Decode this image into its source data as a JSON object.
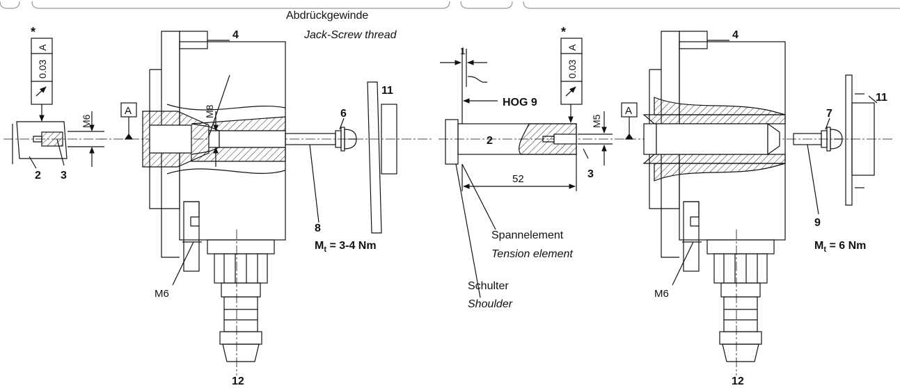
{
  "drawing": {
    "left": {
      "star": "*",
      "fcf_value": "0.03",
      "fcf_datum": "A",
      "datum_flag": "A",
      "thread_m6_top": "M6",
      "thread_m8": "M8",
      "thread_m6_bottom": "M6",
      "part_2": "2",
      "part_3": "3",
      "part_4": "4",
      "part_6": "6",
      "part_8": "8",
      "part_11": "11",
      "part_12": "12",
      "torque_prefix": "M",
      "torque_sub": "t",
      "torque_value": " = 3-4 Nm",
      "jack_label_de": "Abdrückgewinde",
      "jack_label_en": "Jack-Screw thread"
    },
    "middle": {
      "dim_1": "1",
      "hog_label": "HOG 9",
      "dim_52": "52",
      "part_2": "2",
      "part_3": "3",
      "thread_m5": "M5",
      "star": "*",
      "fcf_value": "0.03",
      "fcf_datum": "A",
      "tension_de": "Spannelement",
      "tension_en": "Tension element",
      "shoulder_de": "Schulter",
      "shoulder_en": "Shoulder"
    },
    "right": {
      "datum_flag": "A",
      "part_4": "4",
      "part_7": "7",
      "part_9": "9",
      "part_11": "11",
      "part_12": "12",
      "thread_m6": "M6",
      "torque_prefix": "M",
      "torque_sub": "t",
      "torque_value": " = 6 Nm"
    }
  }
}
